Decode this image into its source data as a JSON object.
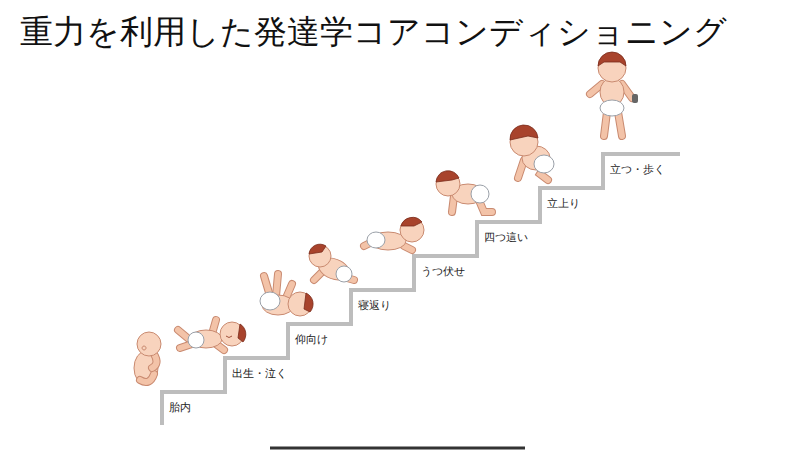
{
  "diagram": {
    "title": "重力を利用した発達学コアコンディショニング",
    "labels": [
      "胎内",
      "出生・泣く",
      "仰向け",
      "寝返り",
      "うつ伏せ",
      "四つ這い",
      "立上り",
      "立つ・歩く"
    ]
  }
}
